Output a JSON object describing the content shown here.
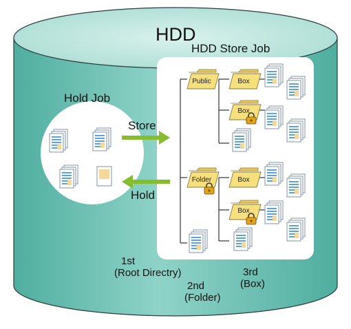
{
  "diagram": {
    "title": "HDD",
    "store_panel_title": "HDD Store Job",
    "hold_panel_title": "Hold Job",
    "store_label": "Store",
    "hold_label": "Hold",
    "level1_line1": "1st",
    "level1_line2": "(Root Directry)",
    "level2_line1": "2nd",
    "level2_line2": "(Folder)",
    "level3_line1": "3rd",
    "level3_line2": "(Box)",
    "public_folder_label": "Public",
    "folder_label": "Folder",
    "box_label": "Box"
  },
  "colors": {
    "cylinder_body": "#6fc3b4",
    "cylinder_top": "#bde6df",
    "arrow": "#86bd2f",
    "folder_fill": "#f6df7d",
    "lock": "#e2a21a"
  }
}
